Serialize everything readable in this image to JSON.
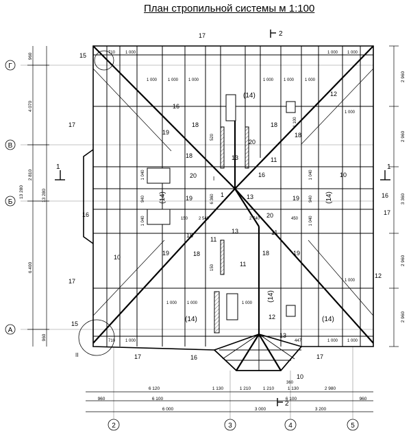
{
  "title": "План  стропильной системы м 1:100",
  "axes": {
    "G": "Г",
    "B": "В",
    "Bb": "Б",
    "A": "А",
    "n2": "2",
    "n3": "3",
    "n4": "4",
    "n5": "5"
  },
  "section_marks": {
    "s1_left": "1",
    "s1_right": "1",
    "s2_top": "2",
    "s2_bottom": "2"
  },
  "left_dims": {
    "d960_top": "960",
    "d4070": "4 070",
    "d2810": "2 810",
    "d6400": "6 400",
    "d960_bot": "960",
    "d13280a": "13 280",
    "d13280b": "13 280"
  },
  "right_dims": {
    "d2960a": "2 960",
    "d2960b": "2 960",
    "d3360": "3 360",
    "d2960c": "2 960",
    "d2960d": "2 960"
  },
  "bottom_dims": {
    "row1": [
      "6 120",
      "1 130",
      "1 210",
      "1 210",
      "1 130",
      "2 980"
    ],
    "row2": [
      "960",
      "6 100",
      "6 100",
      "960"
    ],
    "row3": [
      "6 000",
      "3 000",
      "3 200"
    ]
  },
  "callouts": {
    "c17_top": "17",
    "c17_left1": "17",
    "c17_left2": "17",
    "c17_right": "17",
    "c17_bot1": "17",
    "c17_bot2": "17",
    "c16_a": "16",
    "c16_b": "16",
    "c16_c": "16",
    "c16_d": "16",
    "c16_e": "16",
    "c15_top": "15",
    "c15_bot": "15",
    "c18_a": "18",
    "c18_b": "18",
    "c18_c": "18",
    "c18_d": "18",
    "c18_e": "18",
    "c18_f": "18",
    "c18_g": "18",
    "c19_a": "19",
    "c19_b": "19",
    "c19_c": "19",
    "c19_d": "19",
    "c19_e": "19",
    "c20_a": "20",
    "c20_b": "20",
    "c20_c": "20",
    "c13_a": "13",
    "c13_b": "13",
    "c13_c": "13",
    "c13_d": "13",
    "c11_a": "11",
    "c11_b": "11",
    "c11_c": "11",
    "c11_d": "11",
    "c12_a": "12",
    "c12_b": "12",
    "c12_c": "12",
    "c10_a": "10",
    "c10_b": "10",
    "c10_c": "10",
    "c1": "1",
    "roman_I": "I",
    "roman_II": "II",
    "p14_a": "(14)",
    "p14_b": "(14)",
    "p14_c": "(14)",
    "p14_d": "(14)",
    "p14_e": "(14)",
    "p14_f": "(14)",
    "d1000": "1 000",
    "d710": "710",
    "d1040": "1 040",
    "d940": "940",
    "d150": "150",
    "d2540": "2 540",
    "d2740": "2 740",
    "d450": "450",
    "d6360": "6 360",
    "d1100": "1 100",
    "d360": "360",
    "d520": "520",
    "d447": "447"
  }
}
